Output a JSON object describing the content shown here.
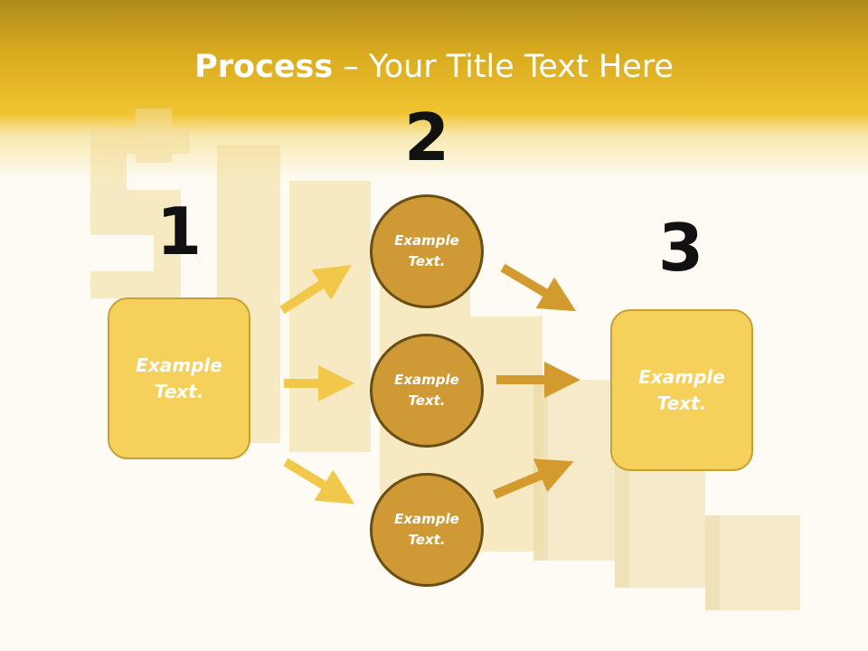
{
  "slide": {
    "title_bold": "Process",
    "title_rest": " – Your Title Text Here"
  },
  "steps": {
    "one": {
      "number": "1",
      "text": "Example Text."
    },
    "two": {
      "number": "2",
      "circles": [
        "Example Text.",
        "Example Text.",
        "Example Text."
      ]
    },
    "three": {
      "number": "3",
      "text": "Example Text."
    }
  },
  "colors": {
    "header": "#e6b525",
    "box_fill": "#f5d05a",
    "circle_fill": "#cf9a35",
    "arrow_light": "#f2c84a",
    "arrow_dark": "#d39b2e"
  }
}
